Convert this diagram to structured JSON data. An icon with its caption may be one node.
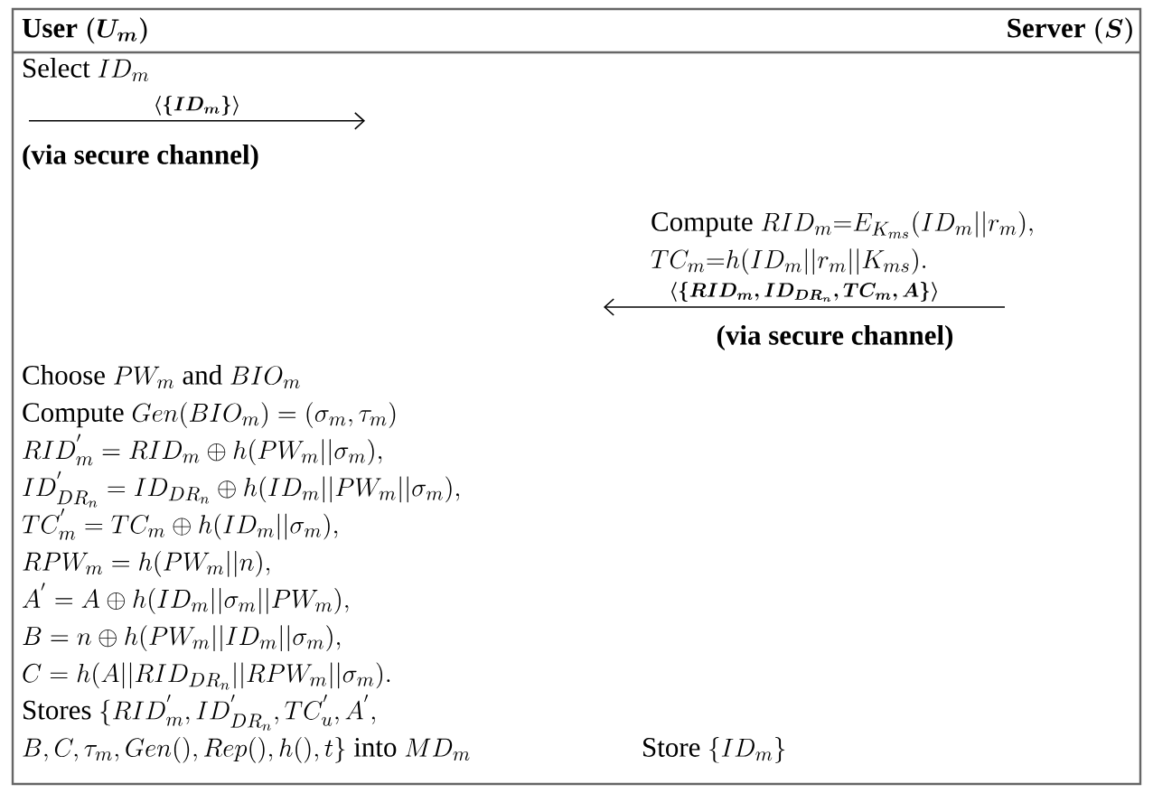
{
  "diagram": {
    "nodes": [
      {
        "text": [
          "\\text{Select } ID_m"
        ]
      },
      {
        "text": [
          "\\text{Compute } RID_m{=}E_{K_{ms}}(ID_m||r_m),",
          "TC_m{=}h(ID_m||r_m||K_{ms})."
        ]
      },
      {
        "text": [
          "\\text{Choose } PW_m \\text{ and } BIO_m",
          "\\text{Compute } Gen(BIO_m) = (\\sigma_m, \\tau_m)",
          "RID^{'}_m = RID_m \\oplus h(PW_m||\\sigma_m),",
          "ID^{'}_{DR_n} = ID_{DR_n} \\oplus h(ID_m||PW_m||\\sigma_m),",
          "TC^{'}_m = TC_m \\oplus h(ID_m||\\sigma_m),",
          "RPW_m = h(PW_m||n),",
          "A^{'} = A \\oplus h(ID_m||\\sigma_m||PW_m),",
          "B = n \\oplus h(PW_m||ID_m||\\sigma_m),",
          "C = h(A||RID_{DR_n}||RPW_m||\\sigma_m).",
          "\\text{Stores } \\{RID^{'}_m, ID^{'}_{DR_n}, TC^{'}_u, A^{'},",
          "B, C, \\tau_m, Gen(), Rep(), h(), t\\} \\text{ into } MD_m"
        ]
      },
      {
        "text": [
          "\\text{Store } \\{ID_m\\}"
        ]
      }
    ],
    "edges": [
      {
        "from": 0,
        "to": null,
        "arrow": "to",
        "label": "\\langle\\{ID_m\\}\\rangle"
      },
      {
        "from": 1,
        "to": null,
        "arrow": "to",
        "label": "\\langle\\{RID_m, ID_{DR_n}, TC_m, A\\}\\rangle"
      }
    ],
    "labels": [
      "\\text{User } (U_m)",
      "\\text{Server } (S)",
      "\\text{(via secure channel)}",
      "\\text{(via secure channel)}"
    ]
  }
}
